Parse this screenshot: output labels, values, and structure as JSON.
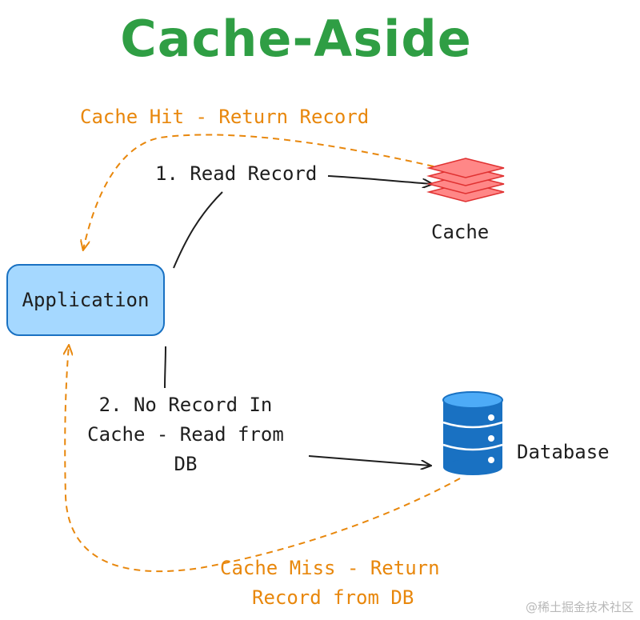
{
  "title": "Cache-Aside",
  "nodes": {
    "application": "Application",
    "cache": "Cache",
    "database": "Database"
  },
  "edges": {
    "read_record": "1. Read Record",
    "no_record": {
      "line1": "2. No Record In",
      "line2": "Cache - Read from",
      "line3": "DB"
    },
    "cache_hit": "Cache Hit - Return Record",
    "cache_miss": {
      "line1": "Cache Miss - Return",
      "line2": "Record from DB"
    }
  },
  "watermark": "@稀土掘金技术社区",
  "colors": {
    "title": "#2f9e44",
    "return_path": "#e8870c",
    "app_fill": "#a5d8ff",
    "app_stroke": "#1971c2",
    "cache_fill": "#ff8787",
    "cache_stroke": "#e03131",
    "db_fill": "#1971c2"
  }
}
